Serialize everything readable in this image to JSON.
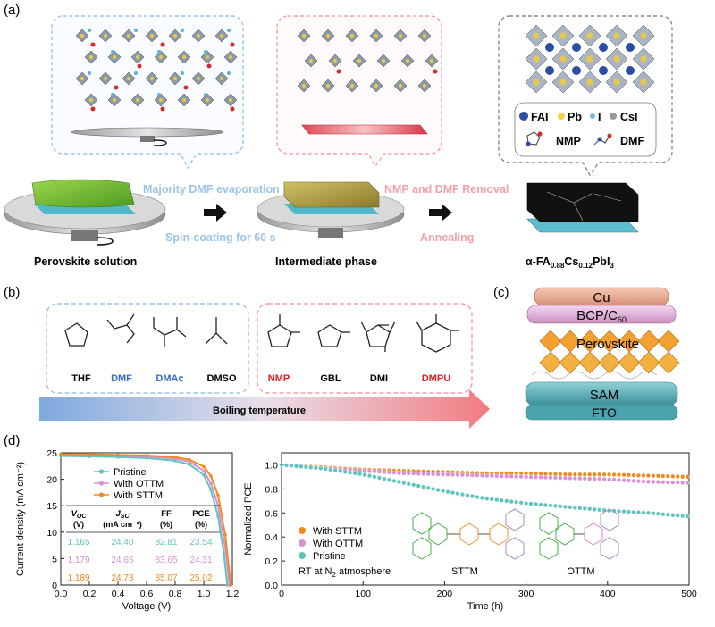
{
  "panel_a": {
    "label": "(a)",
    "step1_top": "Majority DMF evaporation",
    "step1_bottom": "Spin-coating for 60 s",
    "step2_top": "NMP and DMF Removal",
    "step2_bottom": "Annealing",
    "stage1": "Perovskite solution",
    "stage2": "Intermediate phase",
    "stage3_prefix": "α-FA",
    "stage3_sub1": "0.88",
    "stage3_mid": "Cs",
    "stage3_sub2": "0.12",
    "stage3_suffix": "PbI",
    "stage3_sub3": "3",
    "legend": {
      "fai": "FAI",
      "pb": "Pb",
      "i": "I",
      "csi": "CsI",
      "nmp": "NMP",
      "dmf": "DMF"
    }
  },
  "panel_b": {
    "label": "(b)",
    "solvents_low": [
      "THF",
      "DMF",
      "DMAc",
      "DMSO"
    ],
    "solvents_high": [
      "NMP",
      "GBL",
      "DMI",
      "DMPU"
    ],
    "arrow_label": "Boiling temperature"
  },
  "panel_c": {
    "label": "(c)",
    "layers": [
      "Cu",
      "BCP/C",
      "Perovskite",
      "SAM",
      "FTO"
    ],
    "c60_sub": "60"
  },
  "panel_d": {
    "label": "(d)",
    "table": {
      "headers": [
        "V",
        "J",
        "FF",
        "PCE"
      ],
      "header_subs": [
        "OC",
        "SC",
        "",
        ""
      ],
      "units": [
        "(V)",
        "(mA cm⁻²)",
        "(%)",
        "(%)"
      ],
      "rows": [
        [
          "1.165",
          "24.40",
          "82.81",
          "23.54"
        ],
        [
          "1.179",
          "24.65",
          "83.65",
          "24.31"
        ],
        [
          "1.189",
          "24.73",
          "85.07",
          "25.02"
        ]
      ]
    },
    "molecules": [
      "STTM",
      "OTTM"
    ],
    "atmosphere_text": "RT at N",
    "atmosphere_sub": "2",
    "atmosphere_suffix": " atmosphere"
  },
  "colors": {
    "pristine": "#5ec4be",
    "ottm": "#d98fd6",
    "sttm": "#f08a1e",
    "step_blue": "#9bc4e6",
    "step_pink": "#f3a0a8"
  },
  "chart_data": [
    {
      "type": "line",
      "xlabel": "Voltage (V)",
      "ylabel": "Current density (mA cm⁻²)",
      "xlim": [
        0.0,
        1.2
      ],
      "ylim": [
        0,
        25
      ],
      "xticks": [
        "0.0",
        "0.2",
        "0.4",
        "0.6",
        "0.8",
        "1.0",
        "1.2"
      ],
      "yticks": [
        "0",
        "5",
        "10",
        "15",
        "20",
        "25"
      ],
      "series": [
        {
          "name": "Pristine",
          "color": "#5ec4be",
          "jsc": 24.4,
          "voc": 1.165,
          "ff": 82.81,
          "x": [
            0.0,
            0.2,
            0.4,
            0.6,
            0.8,
            0.9,
            1.0,
            1.05,
            1.1,
            1.14,
            1.165
          ],
          "y": [
            24.4,
            24.3,
            24.2,
            24.0,
            23.5,
            22.8,
            20.8,
            18.0,
            13.0,
            6.0,
            0.0
          ]
        },
        {
          "name": "With OTTM",
          "color": "#d98fd6",
          "jsc": 24.65,
          "voc": 1.179,
          "ff": 83.65,
          "x": [
            0.0,
            0.2,
            0.4,
            0.6,
            0.8,
            0.9,
            1.0,
            1.05,
            1.1,
            1.15,
            1.179
          ],
          "y": [
            24.65,
            24.6,
            24.5,
            24.3,
            23.9,
            23.3,
            21.6,
            19.2,
            15.0,
            7.0,
            0.0
          ]
        },
        {
          "name": "With STTM",
          "color": "#f08a1e",
          "jsc": 24.73,
          "voc": 1.189,
          "ff": 85.07,
          "x": [
            0.0,
            0.2,
            0.4,
            0.6,
            0.8,
            0.9,
            1.0,
            1.05,
            1.1,
            1.15,
            1.189
          ],
          "y": [
            24.73,
            24.7,
            24.6,
            24.5,
            24.2,
            23.7,
            22.4,
            20.6,
            17.0,
            9.5,
            0.0
          ]
        }
      ]
    },
    {
      "type": "scatter",
      "xlabel": "Time (h)",
      "ylabel": "Normalized PCE",
      "xlim": [
        0,
        500
      ],
      "ylim": [
        0.0,
        1.1
      ],
      "xticks": [
        "0",
        "100",
        "200",
        "300",
        "400",
        "500"
      ],
      "yticks": [
        "0.0",
        "0.2",
        "0.4",
        "0.6",
        "0.8",
        "1.0"
      ],
      "series": [
        {
          "name": "With STTM",
          "color": "#f08a1e",
          "x": [
            0,
            50,
            100,
            150,
            200,
            250,
            300,
            350,
            400,
            450,
            500
          ],
          "y": [
            1.0,
            0.98,
            0.96,
            0.95,
            0.94,
            0.93,
            0.93,
            0.92,
            0.92,
            0.91,
            0.9
          ]
        },
        {
          "name": "With OTTM",
          "color": "#d98fd6",
          "x": [
            0,
            50,
            100,
            150,
            200,
            250,
            300,
            350,
            400,
            450,
            500
          ],
          "y": [
            1.0,
            0.97,
            0.95,
            0.93,
            0.92,
            0.91,
            0.9,
            0.89,
            0.88,
            0.86,
            0.85
          ]
        },
        {
          "name": "Pristine",
          "color": "#5ec4be",
          "x": [
            0,
            50,
            100,
            150,
            200,
            250,
            300,
            350,
            400,
            450,
            500
          ],
          "y": [
            1.0,
            0.97,
            0.92,
            0.85,
            0.78,
            0.72,
            0.68,
            0.65,
            0.62,
            0.6,
            0.57
          ]
        }
      ]
    }
  ]
}
